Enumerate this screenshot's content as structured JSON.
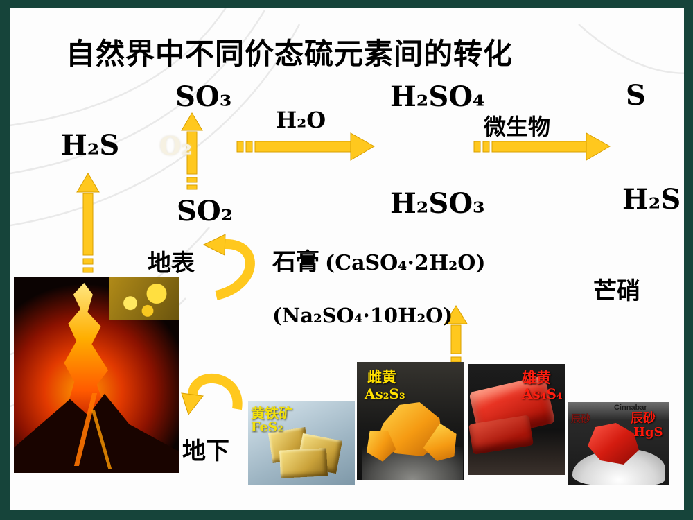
{
  "slide": {
    "title": "自然界中不同价态硫元素间的转化"
  },
  "nodes": {
    "so3": "SO₃",
    "h2so4": "H₂SO₄",
    "s_elem": "S",
    "h2s_left": "H₂S",
    "so2": "SO₂",
    "h2so3": "H₂SO₃",
    "h2s_right": "H₂S"
  },
  "labels": {
    "o2": "O₂",
    "h2o": "H₂O",
    "microbe": "微生物",
    "surface": "地表",
    "underground": "地下",
    "gypsum_name": "石膏",
    "gypsum_formula": "(CaSO₄·2H₂O)",
    "mirabilite_name": "芒硝",
    "mirabilite_formula": "(Na₂SO₄·10H₂O)"
  },
  "minerals": {
    "pyrite": {
      "name": "黄铁矿",
      "formula": "FeS₂"
    },
    "orpiment": {
      "name": "雌黄",
      "formula": "As₂S₃"
    },
    "realgar": {
      "name": "雄黄",
      "formula": "As₄S₄"
    },
    "cinnabar": {
      "caption": "Cinnabar",
      "name_left": "辰砂",
      "name": "辰砂",
      "formula": "HgS"
    }
  },
  "colors": {
    "frame": "#16443A",
    "arrow": "#FFC81E"
  }
}
